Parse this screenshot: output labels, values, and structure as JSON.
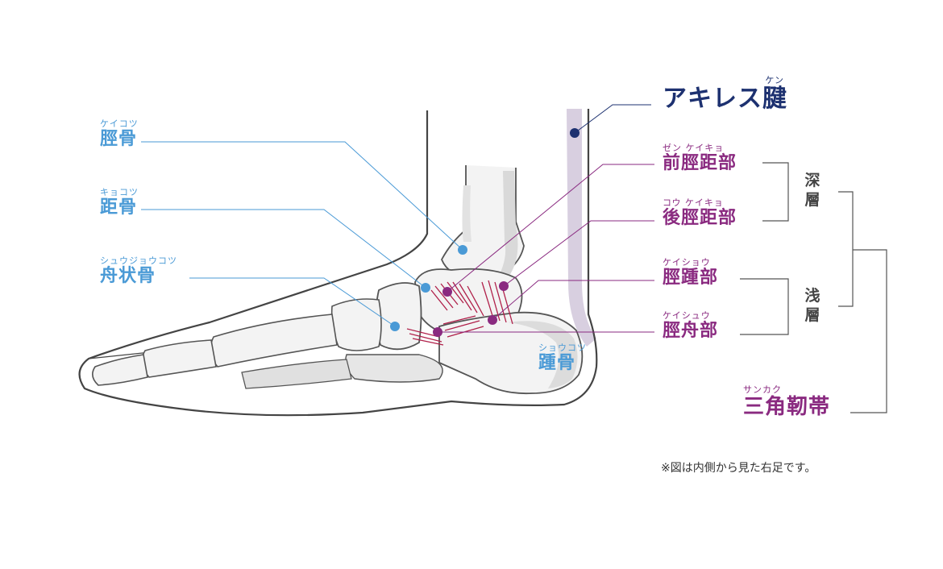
{
  "labels": {
    "tibia": {
      "ruby": "ケイコツ",
      "name": "脛骨"
    },
    "talus": {
      "ruby": "キョコツ",
      "name": "距骨"
    },
    "navicular": {
      "ruby": "シュウジョウコツ",
      "name": "舟状骨"
    },
    "calcaneus": {
      "ruby": "ショウコツ",
      "name": "踵骨"
    },
    "achilles": {
      "ruby": "ケン",
      "name": "アキレス腱"
    },
    "anterior_tibiotalar": {
      "ruby": "ゼン ケイキョ",
      "name": "前脛距部"
    },
    "posterior_tibiotalar": {
      "ruby": "コウ ケイキョ",
      "name": "後脛距部"
    },
    "tibiocalcaneal": {
      "ruby": "ケイショウ",
      "name": "脛踵部"
    },
    "tibionavicular": {
      "ruby": "ケイシュウ",
      "name": "脛舟部"
    },
    "deltoid": {
      "ruby": "サンカク",
      "name": "三角靭帯"
    }
  },
  "groups": {
    "deep": "深層",
    "superficial": "浅層"
  },
  "note": "※図は内側から見た右足です。",
  "colors": {
    "bone_label": "#4a9ad6",
    "ligament": "#8a2a80",
    "achilles": "#1d3170",
    "fiber": "#b0204a"
  }
}
